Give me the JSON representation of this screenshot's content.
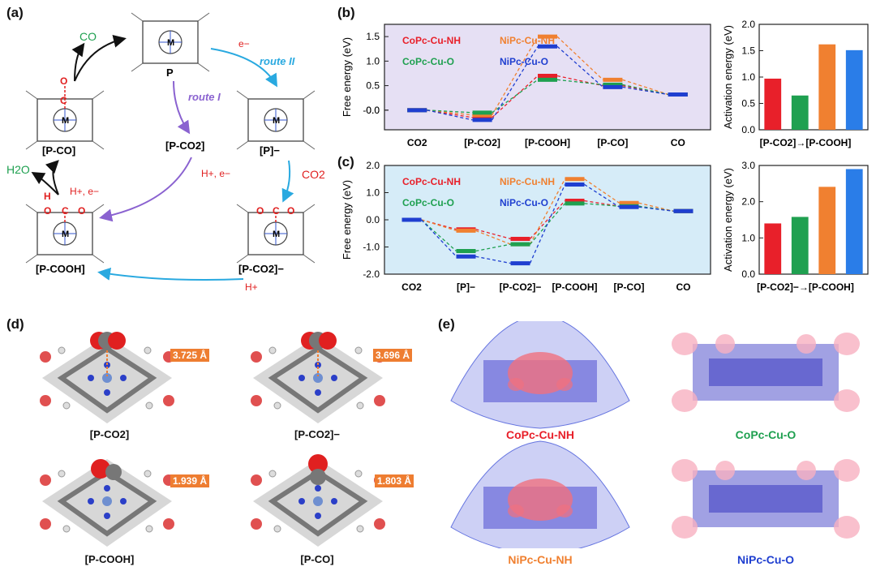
{
  "panels": {
    "a": "(a)",
    "b": "(b)",
    "c": "(c)",
    "d": "(d)",
    "e": "(e)"
  },
  "scheme": {
    "P": "P",
    "P_CO": "[P-CO]",
    "P_COOH": "[P-COOH]",
    "P_CO2": "[P-CO2]",
    "P_minus": "[P]−",
    "P_CO2_minus": "[P-CO2]−",
    "CO": "CO",
    "H2O": "H2O",
    "CO2": "CO2",
    "e_minus": "e−",
    "Hplus": "H+",
    "Hplus_e": "H+, e−",
    "route_I": "route I",
    "route_II": "route II",
    "M": "M"
  },
  "legend": {
    "copc_nh": "CoPc-Cu-NH",
    "nipc_nh": "NiPc-Cu-NH",
    "copc_o": "CoPc-Cu-O",
    "nipc_o": "NiPc-Cu-O"
  },
  "colors": {
    "copc_nh": "#e8202a",
    "nipc_nh": "#f08030",
    "copc_o": "#1fa050",
    "nipc_o": "#1f3fd0",
    "bar_blue": "#2a7de8",
    "panel_b_bg": "#e6e0f4",
    "panel_c_bg": "#d6ecf8",
    "route_I": "#8a62d0",
    "route_II": "#29a9e0",
    "orange_label": "#ee7d31"
  },
  "chart_data": [
    {
      "type": "line",
      "ylabel": "Free energy (eV)",
      "categories": [
        "CO2",
        "[P-CO2]",
        "[P-COOH]",
        "[P-CO]",
        "CO"
      ],
      "ylim": [
        -0.4,
        1.75
      ],
      "yticks": [
        "-0.0",
        "0.0",
        "0.5",
        "1.0",
        "1.5"
      ],
      "series": [
        {
          "name": "CoPc-Cu-NH",
          "values": [
            0,
            -0.15,
            0.7,
            0.5,
            0.32
          ]
        },
        {
          "name": "NiPc-Cu-NH",
          "values": [
            0,
            -0.1,
            1.5,
            0.62,
            0.32
          ]
        },
        {
          "name": "CoPc-Cu-O",
          "values": [
            0,
            -0.05,
            0.62,
            0.52,
            0.32
          ]
        },
        {
          "name": "NiPc-Cu-O",
          "values": [
            0,
            -0.2,
            1.3,
            0.47,
            0.32
          ]
        }
      ]
    },
    {
      "type": "bar",
      "ylabel": "Activation energy (eV)",
      "xlabel": "[P-CO2]→[P-COOH]",
      "ylim": [
        0,
        2.0
      ],
      "yticks": [
        "0.0",
        "0.5",
        "1.0",
        "1.5",
        "2.0"
      ],
      "values": [
        0.97,
        0.65,
        1.62,
        1.51
      ]
    },
    {
      "type": "line",
      "ylabel": "Free energy (eV)",
      "categories": [
        "CO2",
        "[P]−",
        "[P-CO2]−",
        "[P-COOH]",
        "[P-CO]",
        "CO"
      ],
      "ylim": [
        -2.0,
        2.0
      ],
      "yticks": [
        "-2.0",
        "-1.0",
        "0.0",
        "1.0",
        "2.0"
      ],
      "series": [
        {
          "name": "CoPc-Cu-NH",
          "values": [
            0,
            -0.35,
            -0.7,
            0.7,
            0.5,
            0.32
          ]
        },
        {
          "name": "NiPc-Cu-NH",
          "values": [
            0,
            -0.4,
            -0.9,
            1.5,
            0.62,
            0.32
          ]
        },
        {
          "name": "CoPc-Cu-O",
          "values": [
            0,
            -1.15,
            -0.9,
            0.6,
            0.5,
            0.32
          ]
        },
        {
          "name": "NiPc-Cu-O",
          "values": [
            0,
            -1.35,
            -1.6,
            1.3,
            0.47,
            0.32
          ]
        }
      ]
    },
    {
      "type": "bar",
      "ylabel": "Activation energy (eV)",
      "xlabel": "[P-CO2]−→[P-COOH]",
      "ylim": [
        0,
        3.0
      ],
      "yticks": [
        "0.0",
        "1.0",
        "2.0",
        "3.0"
      ],
      "values": [
        1.4,
        1.58,
        2.41,
        2.9
      ]
    }
  ],
  "structures": [
    {
      "label": "[P-CO2]",
      "distance": "3.725 Å"
    },
    {
      "label": "[P-CO2]−",
      "distance": "3.696 Å"
    },
    {
      "label": "[P-COOH]",
      "distance": "1.939 Å"
    },
    {
      "label": "[P-CO]",
      "distance": "1.803 Å"
    }
  ],
  "density_labels": [
    "CoPc-Cu-NH",
    "CoPc-Cu-O",
    "NiPc-Cu-NH",
    "NiPc-Cu-O"
  ]
}
